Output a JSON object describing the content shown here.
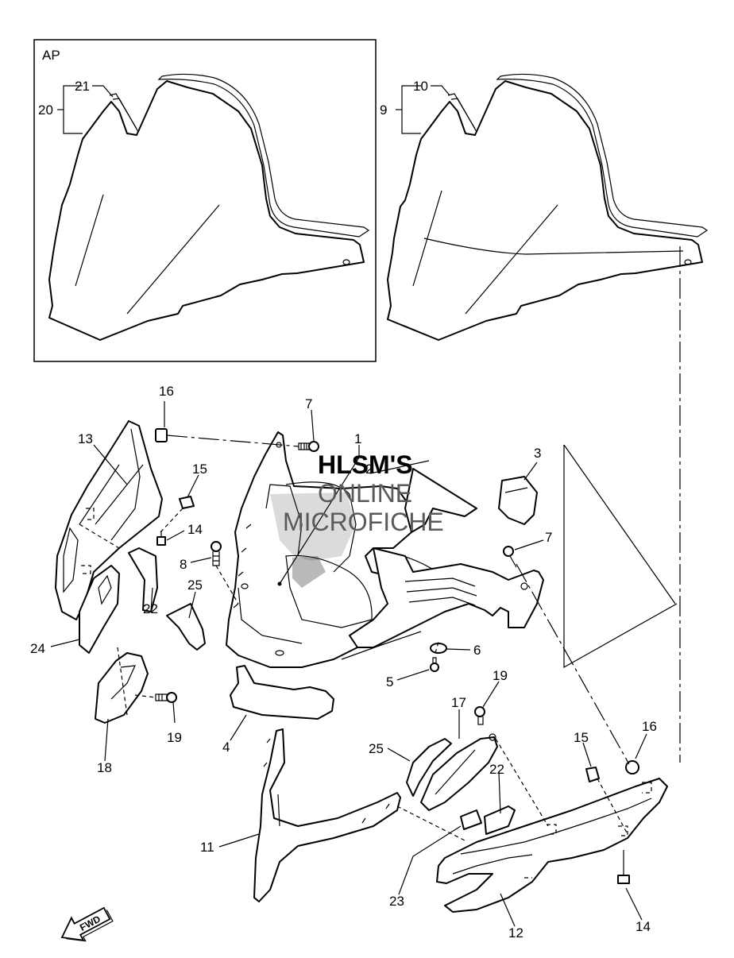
{
  "inset": {
    "label": "AP"
  },
  "watermark": {
    "line1": "HLSM'S",
    "line2": "ONLINE",
    "line3": "MICROFICHE"
  },
  "fwd_arrow": {
    "label": "FWD",
    "icon": "forward-arrow-icon"
  },
  "callouts": [
    {
      "id": "c20",
      "text": "20"
    },
    {
      "id": "c21",
      "text": "21"
    },
    {
      "id": "c9",
      "text": "9"
    },
    {
      "id": "c10",
      "text": "10"
    },
    {
      "id": "c16a",
      "text": "16"
    },
    {
      "id": "c7a",
      "text": "7"
    },
    {
      "id": "c1",
      "text": "1"
    },
    {
      "id": "c2",
      "text": "2"
    },
    {
      "id": "c3",
      "text": "3"
    },
    {
      "id": "c13",
      "text": "13"
    },
    {
      "id": "c15a",
      "text": "15"
    },
    {
      "id": "c14a",
      "text": "14"
    },
    {
      "id": "c7b",
      "text": "7"
    },
    {
      "id": "c8",
      "text": "8"
    },
    {
      "id": "c25a",
      "text": "25"
    },
    {
      "id": "c22a",
      "text": "22"
    },
    {
      "id": "c24",
      "text": "24"
    },
    {
      "id": "c6",
      "text": "6"
    },
    {
      "id": "c5",
      "text": "5"
    },
    {
      "id": "c19a",
      "text": "19"
    },
    {
      "id": "c19b",
      "text": "19"
    },
    {
      "id": "c18",
      "text": "18"
    },
    {
      "id": "c4",
      "text": "4"
    },
    {
      "id": "c17",
      "text": "17"
    },
    {
      "id": "c16b",
      "text": "16"
    },
    {
      "id": "c15b",
      "text": "15"
    },
    {
      "id": "c25b",
      "text": "25"
    },
    {
      "id": "c22b",
      "text": "22"
    },
    {
      "id": "c11",
      "text": "11"
    },
    {
      "id": "c23",
      "text": "23"
    },
    {
      "id": "c12",
      "text": "12"
    },
    {
      "id": "c14b",
      "text": "14"
    }
  ]
}
